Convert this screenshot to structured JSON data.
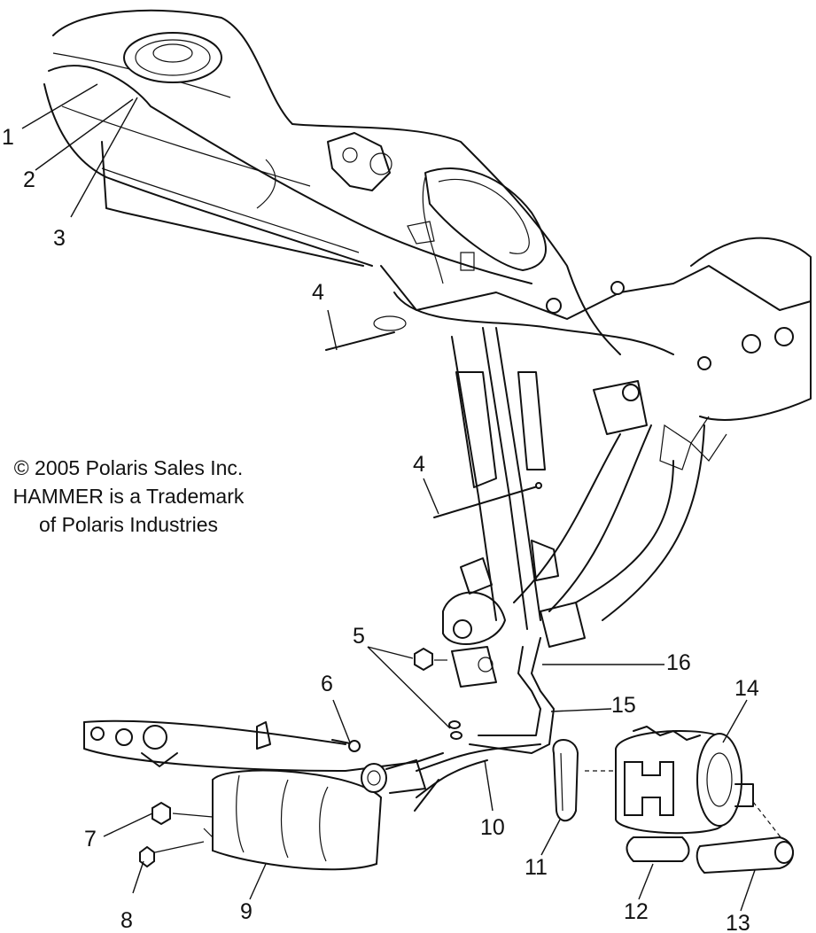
{
  "copyright": {
    "line1": "© 2005 Polaris Sales Inc.",
    "line2": "HAMMER is a Trademark",
    "line3": "of Polaris Industries"
  },
  "callouts": {
    "c1": "1",
    "c2": "2",
    "c3": "3",
    "c4a": "4",
    "c4b": "4",
    "c5": "5",
    "c6": "6",
    "c7": "7",
    "c8": "8",
    "c9": "9",
    "c10": "10",
    "c11": "11",
    "c12": "12",
    "c13": "13",
    "c14": "14",
    "c15": "15",
    "c16": "16"
  }
}
